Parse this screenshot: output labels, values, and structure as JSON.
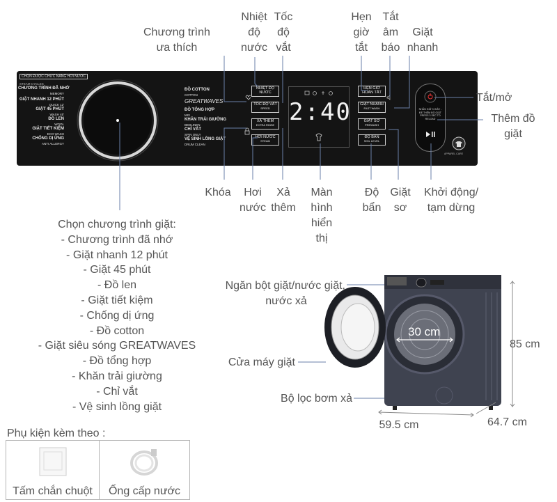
{
  "callouts_top": {
    "favorite_program": [
      "Chương trình",
      "ưa thích"
    ],
    "water_temp": [
      "Nhiệt",
      "độ",
      "nước"
    ],
    "spin_speed": [
      "Tốc",
      "độ",
      "vắt"
    ],
    "timer": [
      "Hẹn",
      "giờ",
      "tắt"
    ],
    "mute": [
      "Tắt",
      "âm",
      "báo"
    ],
    "quick_wash": [
      "Giặt",
      "nhanh"
    ],
    "power": "Tắt/mở",
    "add_clothes": [
      "Thêm đồ",
      "giặt"
    ]
  },
  "callouts_bottom": {
    "lock": "Khóa",
    "steam": [
      "Hơi",
      "nước"
    ],
    "extra_rinse": [
      "Xả",
      "thêm"
    ],
    "display": [
      "Màn",
      "hình",
      "hiển",
      "thị"
    ],
    "soil_level": [
      "Độ",
      "bẩn"
    ],
    "prewash": [
      "Giặt",
      "sơ"
    ],
    "start_pause": [
      "Khởi động/",
      "tạm dừng"
    ]
  },
  "programs": {
    "title": "Chọn chương trình giặt:",
    "items": [
      "- Chương trình đã nhớ",
      "- Giặt nhanh 12 phút",
      "- Giặt 45 phút",
      "- Đồ len",
      "- Giặt tiết kiệm",
      "- Chống dị ứng",
      "- Đồ cotton",
      "- Giặt siêu sóng GREATWAVES",
      "- Đồ tổng hợp",
      "- Khăn trải giường",
      "- Chỉ vắt",
      "- Vệ sinh lồng giặt"
    ]
  },
  "panel": {
    "header": "CHỌN ĐƯỢC CHỨC NĂNG HƠI NƯỚC",
    "left_programs": [
      {
        "vi": "CHƯƠNG TRÌNH ĐÃ NHỚ",
        "en": "MEMORY",
        "pre": "STEAM CYCLES"
      },
      {
        "vi": "GIẶT NHANH 12 PHÚT",
        "en": "QUICK 12'"
      },
      {
        "vi": "GIẶT 45 PHÚT",
        "en": "WASH 45'"
      },
      {
        "vi": "ĐỒ LEN",
        "en": "WOOL"
      },
      {
        "vi": "GIẶT TIẾT KIỆM",
        "en": "ECO WASH"
      },
      {
        "vi": "CHỐNG DỊ ỨNG",
        "en": "ANTI ALLERGY"
      }
    ],
    "right_programs": [
      {
        "vi": "ĐỒ COTTON",
        "en": "COTTON"
      },
      {
        "vi": "GREATWAVES",
        "en": ""
      },
      {
        "vi": "ĐỒ TỔNG HỢP",
        "en": "MIX"
      },
      {
        "vi": "KHĂN TRẢI GIƯỜNG",
        "en": "BEDLINEN"
      },
      {
        "vi": "CHỈ VẮT",
        "en": "SPIN ONLY"
      },
      {
        "vi": "VỆ SINH LỒNG GIẶT",
        "en": "DRUM CLEAN"
      }
    ],
    "buttons_col1": [
      {
        "vi": "NHIỆT ĐỘ NƯỚC",
        "en": ""
      },
      {
        "vi": "TỐC ĐỘ VẮT",
        "en": "SPEED"
      },
      {
        "vi": "XẢ THÊM",
        "en": "EXTRA RINSE"
      },
      {
        "vi": "HƠI NƯỚC",
        "en": "STEAM"
      }
    ],
    "display_time": "2:40",
    "buttons_col2": [
      {
        "vi": "HẸN GIỜ HOÀN TẤT",
        "en": ""
      },
      {
        "vi": "GIẶT NHANH",
        "en": "FAST WASH"
      },
      {
        "vi": "GIẶT SƠ",
        "en": "PREWASH"
      },
      {
        "vi": "ĐỘ BẨN",
        "en": "SOIL LEVEL"
      }
    ],
    "start_text": "NHẤN GIỮ 3 GIÂY - ĐỂ THÊM ĐỒ GIẶT PRESS 3 SEC TO RELOAD",
    "apparel_care": "APPAREL CARE"
  },
  "product": {
    "drawer": [
      "Ngăn bột giặt/nước giặt,",
      "nước xả"
    ],
    "door": "Cửa máy giặt",
    "filter": "Bộ lọc bơm xả",
    "door_size": "30 cm",
    "height": "85 cm",
    "width": "59.5 cm",
    "depth": "64.7 cm"
  },
  "accessories": {
    "title": "Phụ kiện kèm theo :",
    "items": [
      "Tấm chắn chuột",
      "Ống cấp nước"
    ]
  },
  "colors": {
    "panel": "#141414",
    "machine": "#3f4350",
    "line": "#6a7fa8",
    "text": "#555555"
  }
}
